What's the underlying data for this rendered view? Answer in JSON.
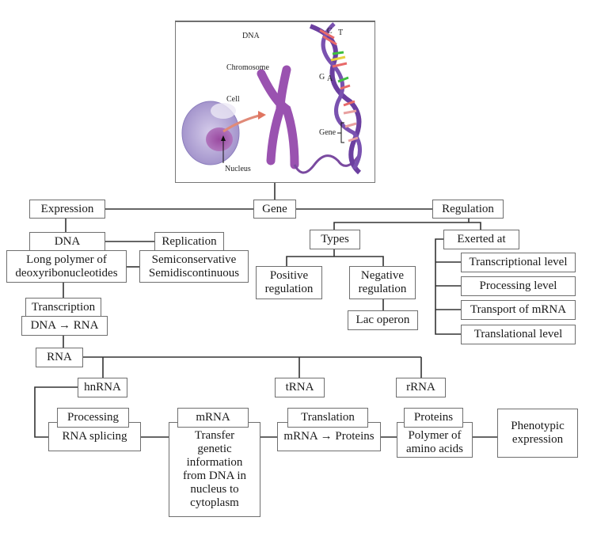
{
  "illustration": {
    "labels": {
      "dna": "DNA",
      "c": "C",
      "t": "T",
      "g": "G",
      "a": "A",
      "chromosome": "Chromosome",
      "cell": "Cell",
      "nucleus": "Nucleus",
      "gene": "Gene"
    }
  },
  "nodes": {
    "gene": "Gene",
    "expression": "Expression",
    "regulation": "Regulation",
    "dna": "DNA",
    "dna_desc": [
      "Long polymer of",
      "deoxyribonucleotides"
    ],
    "replication": "Replication",
    "replication_desc": [
      "Semiconservative",
      "Semidiscontinuous"
    ],
    "transcription": "Transcription",
    "transcription_desc": "DNA → RNA",
    "types": "Types",
    "positive": [
      "Positive",
      "regulation"
    ],
    "negative": [
      "Negative",
      "regulation"
    ],
    "lac_operon": "Lac operon",
    "exerted_at": "Exerted at",
    "levels": [
      "Transcriptional level",
      "Processing level",
      "Transport of mRNA",
      "Translational level"
    ],
    "rna": "RNA",
    "hnrna": "hnRNA",
    "trna": "tRNA",
    "rrna": "rRNA",
    "processing": "Processing",
    "rna_splicing": "RNA splicing",
    "mrna": "mRNA",
    "mrna_desc": [
      "Transfer",
      "genetic",
      "information",
      "from DNA in",
      "nucleus to",
      "cytoplasm"
    ],
    "translation": "Translation",
    "translation_desc": "mRNA → Proteins",
    "proteins": "Proteins",
    "proteins_desc": [
      "Polymer of",
      "amino acids"
    ],
    "phenotypic": [
      "Phenotypic",
      "expression"
    ]
  }
}
